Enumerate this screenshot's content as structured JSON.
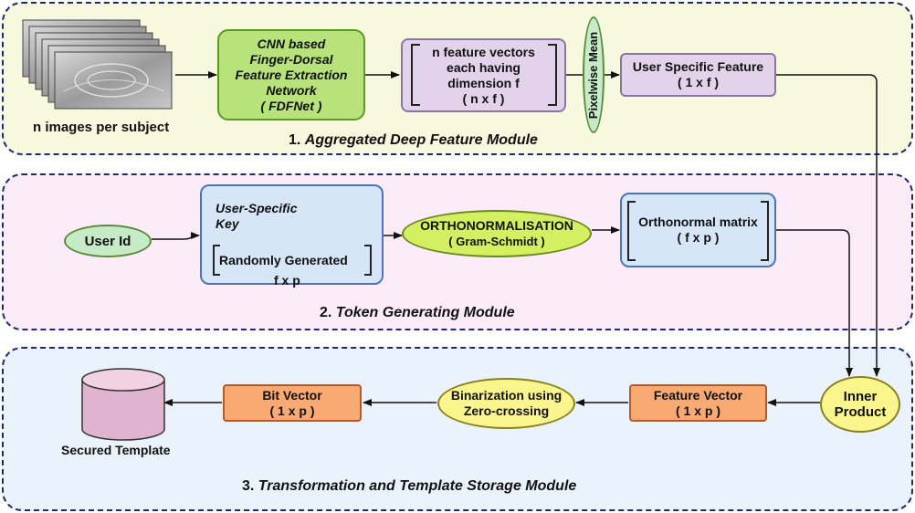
{
  "modules": {
    "aggregated": {
      "number": "1.",
      "title": "Aggregated Deep Feature Module"
    },
    "token": {
      "number": "2.",
      "title": "Token Generating Module"
    },
    "transform": {
      "number": "3.",
      "title": "Transformation and Template Storage Module"
    }
  },
  "nodes": {
    "images_caption": "n images per subject",
    "cnn": {
      "line1": "CNN based",
      "line2": "Finger-Dorsal",
      "line3": "Feature Extraction",
      "line4": "Network",
      "line5": "( FDFNet )"
    },
    "feature_vectors": {
      "line1": "n feature vectors",
      "line2": "each having",
      "line3": "dimension f",
      "line4": "( n x f )"
    },
    "pixelwise_mean": "Pixelwise Mean",
    "user_specific_feature": {
      "line1": "User Specific Feature",
      "line2": "( 1 x f )"
    },
    "user_id": "User Id",
    "key": {
      "title1": "User-Specific",
      "title2": "Key",
      "body": "Randomly Generated",
      "dim": "f x p"
    },
    "ortho": {
      "line1": "ORTHONORMALISATION",
      "line2": "( Gram-Schmidt )"
    },
    "ortho_matrix": {
      "line1": "Orthonormal matrix",
      "line2": "( f x p )"
    },
    "inner_product": {
      "line1": "Inner",
      "line2": "Product"
    },
    "feature_vector": {
      "line1": "Feature Vector",
      "line2": "( 1 x p )"
    },
    "binarization": {
      "line1": "Binarization using",
      "line2": "Zero-crossing"
    },
    "bit_vector": {
      "line1": "Bit Vector",
      "line2": "( 1 x p )"
    },
    "secured_template": "Secured Template"
  },
  "colors": {
    "green_box": "#b8e27a",
    "purple_box": "#e3d3ea",
    "blue_box": "#d6e6f8",
    "light_green_ellipse": "#c7ebc6",
    "yellow_green_ellipse": "#d5ef63",
    "yellow_ellipse": "#fbf58e",
    "orange_box": "#f9aa72",
    "database": "#e0b3ce",
    "border": "#1f2a6b",
    "arrow": "#111111"
  },
  "icons": {
    "key_figure": "person-with-key-icon",
    "database": "database-cylinder-icon",
    "image_stack": "finger-dorsal-image-stack-icon"
  }
}
